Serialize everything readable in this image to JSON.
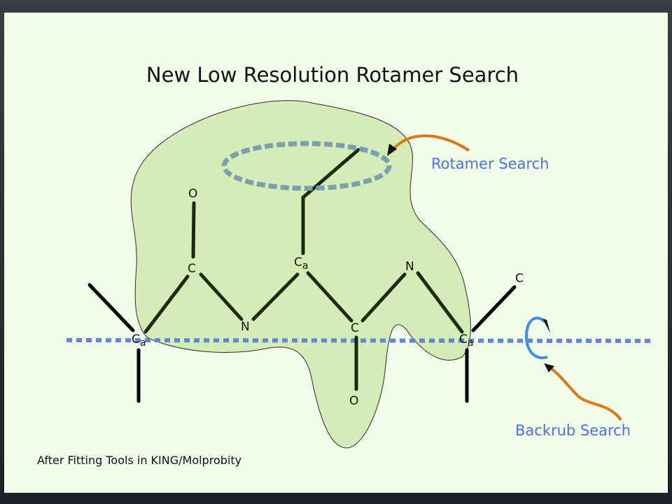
{
  "slide": {
    "title": "New Low Resolution Rotamer Search",
    "footnote": "After Fitting Tools in KING/Molprobity"
  },
  "annotations": {
    "rotamer_search": "Rotamer Search",
    "backrub_search": "Backrub Search"
  },
  "atoms": {
    "ca_left": "C",
    "ca_center": "C",
    "ca_right": "C",
    "ca_sub": "a",
    "c_left": "C",
    "o_top": "O",
    "n_left": "N",
    "c_mid": "C",
    "o_bottom": "O",
    "n_right": "N",
    "c_right": "C"
  },
  "colors": {
    "background": "#f3fbea",
    "blob": "#d6ecb6",
    "bond": "#1d2a12",
    "rotamer_ring": "#7a9fb0",
    "axis": "#5f86d8",
    "arrow": "#d97816",
    "label_blue": "#4a73d6"
  }
}
